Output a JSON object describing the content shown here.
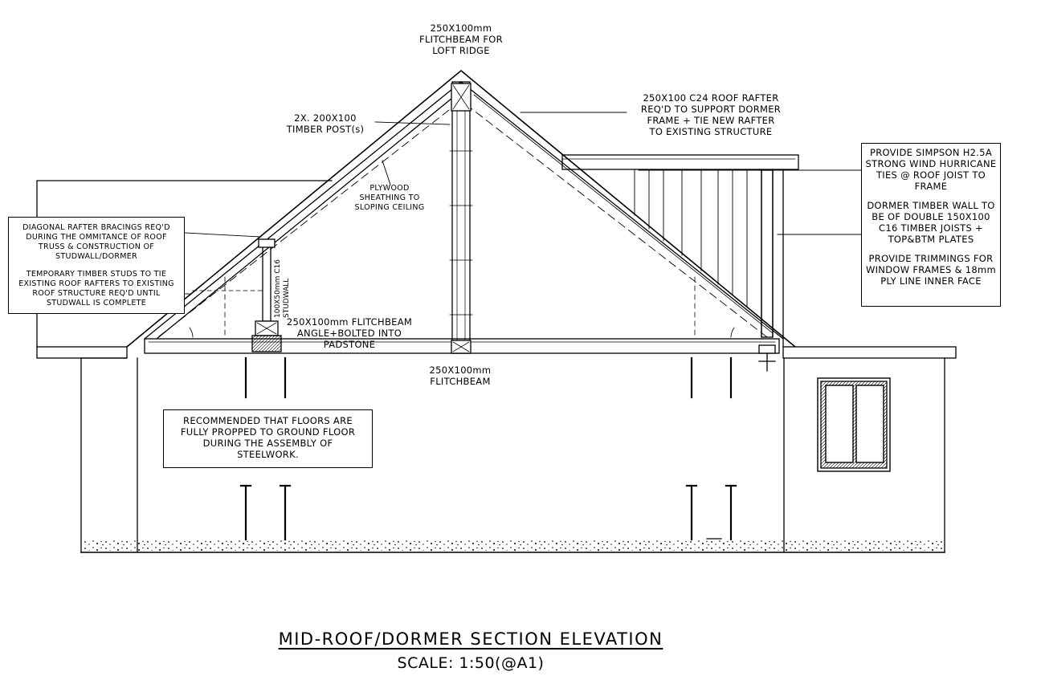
{
  "labels": {
    "ridge_beam": [
      "250X100mm",
      "FLITCHBEAM FOR",
      "LOFT RIDGE"
    ],
    "timber_posts": [
      "2X. 200X100",
      "TIMBER POST(s)"
    ],
    "roof_rafter": [
      "250X100 C24 ROOF RAFTER",
      "REQ'D TO SUPPORT DORMER",
      "FRAME + TIE NEW RAFTER",
      "TO EXISTING STRUCTURE"
    ],
    "plywood": [
      "PLYWOOD",
      "SHEATHING TO",
      "SLOPING CEILING"
    ],
    "studwall_vertical": [
      "100X50mm C16",
      "STUDWALL"
    ],
    "padstone_beam": [
      "250X100mm FLITCHBEAM",
      "ANGLE+BOLTED INTO",
      "PADSTONE"
    ],
    "floor_beam": [
      "250X100mm",
      "FLITCHBEAM"
    ]
  },
  "notes": {
    "bracing": {
      "para1": [
        "DIAGONAL RAFTER BRACINGS REQ'D",
        "DURING THE OMMITANCE OF ROOF",
        "TRUSS & CONSTRUCTION OF",
        "STUDWALL/DORMER"
      ],
      "para2": [
        "TEMPORARY TIMBER STUDS TO TIE",
        "EXISTING ROOF RAFTERS TO EXISTING",
        "ROOF STRUCTURE REQ'D UNTIL",
        "STUDWALL IS COMPLETE"
      ]
    },
    "dormer": {
      "para1": [
        "PROVIDE SIMPSON H2.5A",
        "STRONG WIND HURRICANE",
        "TIES @ ROOF JOIST TO",
        "FRAME"
      ],
      "para2": [
        "DORMER TIMBER WALL TO",
        "BE OF DOUBLE 150X100",
        "C16 TIMBER JOISTS +",
        "TOP&BTM PLATES"
      ],
      "para3": [
        "PROVIDE TRIMMINGS FOR",
        "WINDOW FRAMES & 18mm",
        "PLY LINE INNER FACE"
      ]
    },
    "propping": [
      "RECOMMENDED THAT FLOORS ARE",
      "FULLY PROPPED TO GROUND FLOOR",
      "DURING THE ASSEMBLY OF",
      "STEELWORK."
    ]
  },
  "title": "MID-ROOF/DORMER SECTION ELEVATION",
  "scale": "SCALE:  1:50(@A1)"
}
